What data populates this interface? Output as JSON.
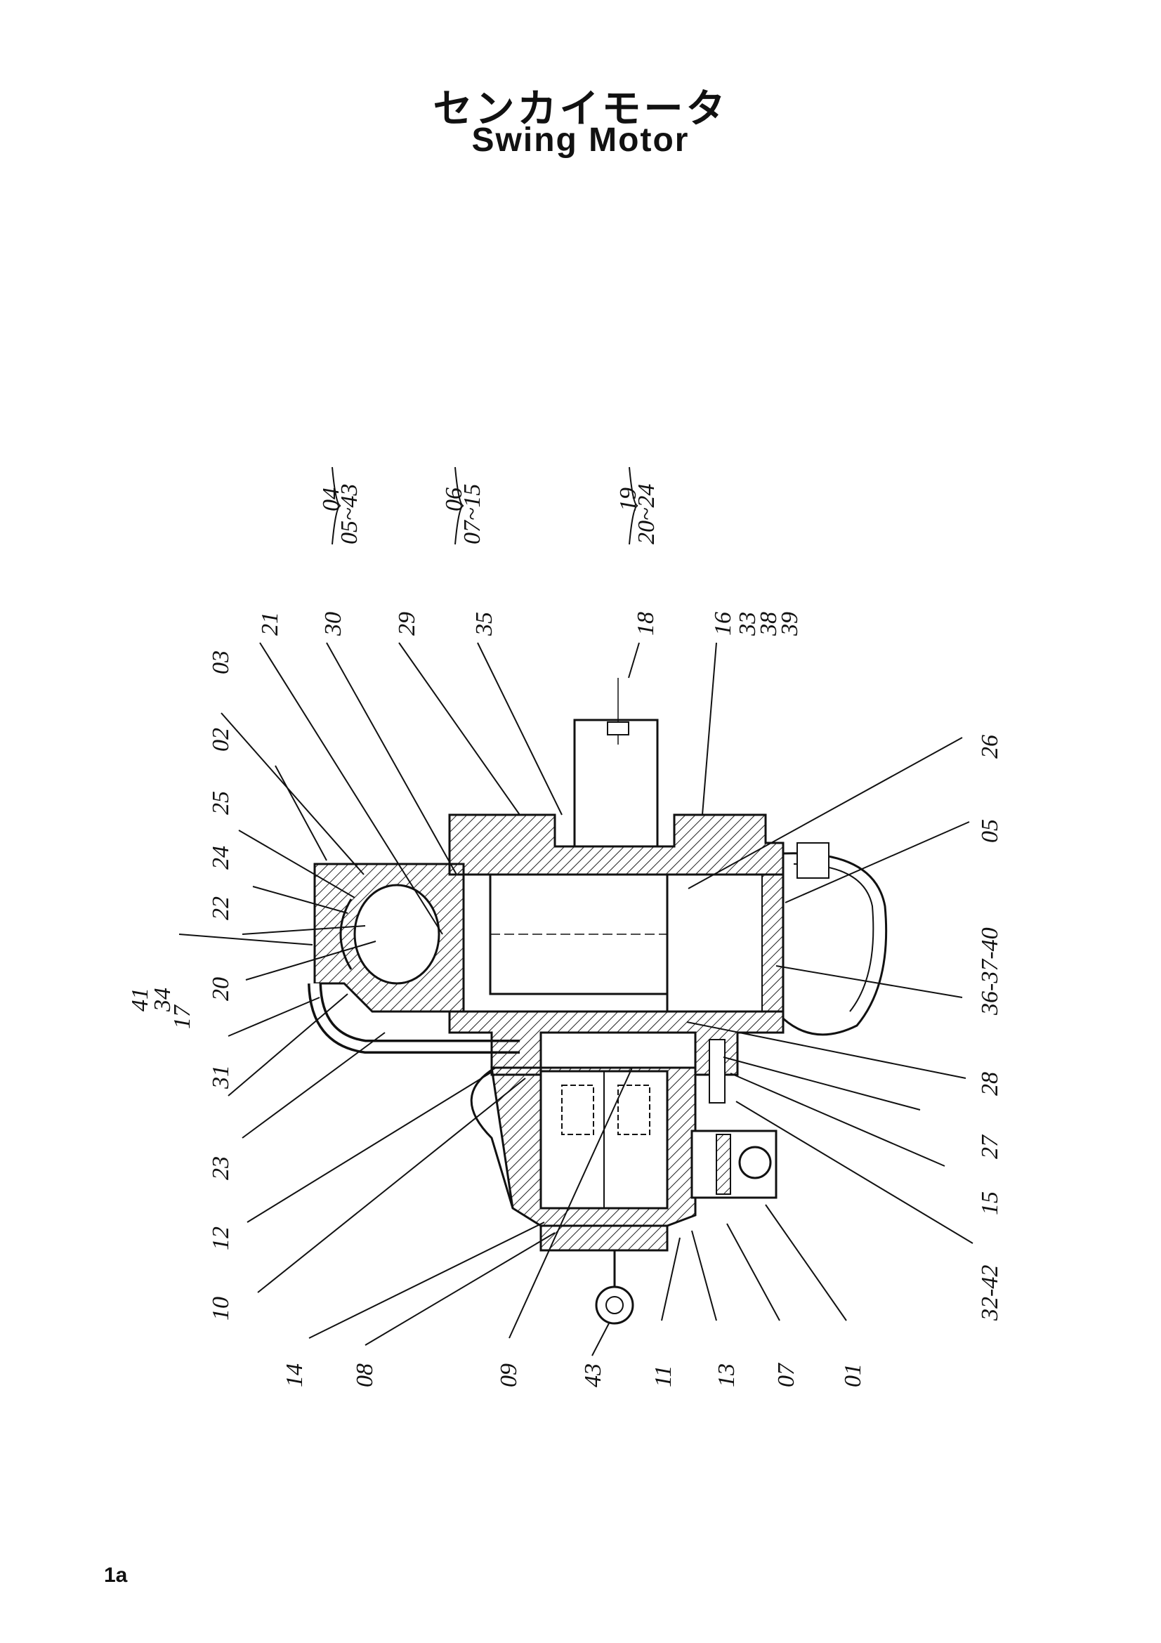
{
  "title": {
    "jp": "センカイモータ",
    "en": "Swing Motor"
  },
  "page_number": "1a",
  "assemblies": [
    {
      "parent": "04",
      "range": "05~43"
    },
    {
      "parent": "06",
      "range": "07~15"
    },
    {
      "parent": "19",
      "range": "20~24"
    }
  ],
  "part_labels": [
    "03",
    "02",
    "25",
    "24",
    "22",
    "20",
    "17",
    "31",
    "23",
    "12",
    "10",
    "14",
    "08",
    "09",
    "43",
    "11",
    "13",
    "07",
    "01",
    "32-42",
    "15",
    "27",
    "28",
    "36-37-40",
    "05",
    "26",
    "21",
    "30",
    "29",
    "35",
    "18",
    "16",
    "33",
    "38",
    "39",
    "41",
    "34"
  ]
}
